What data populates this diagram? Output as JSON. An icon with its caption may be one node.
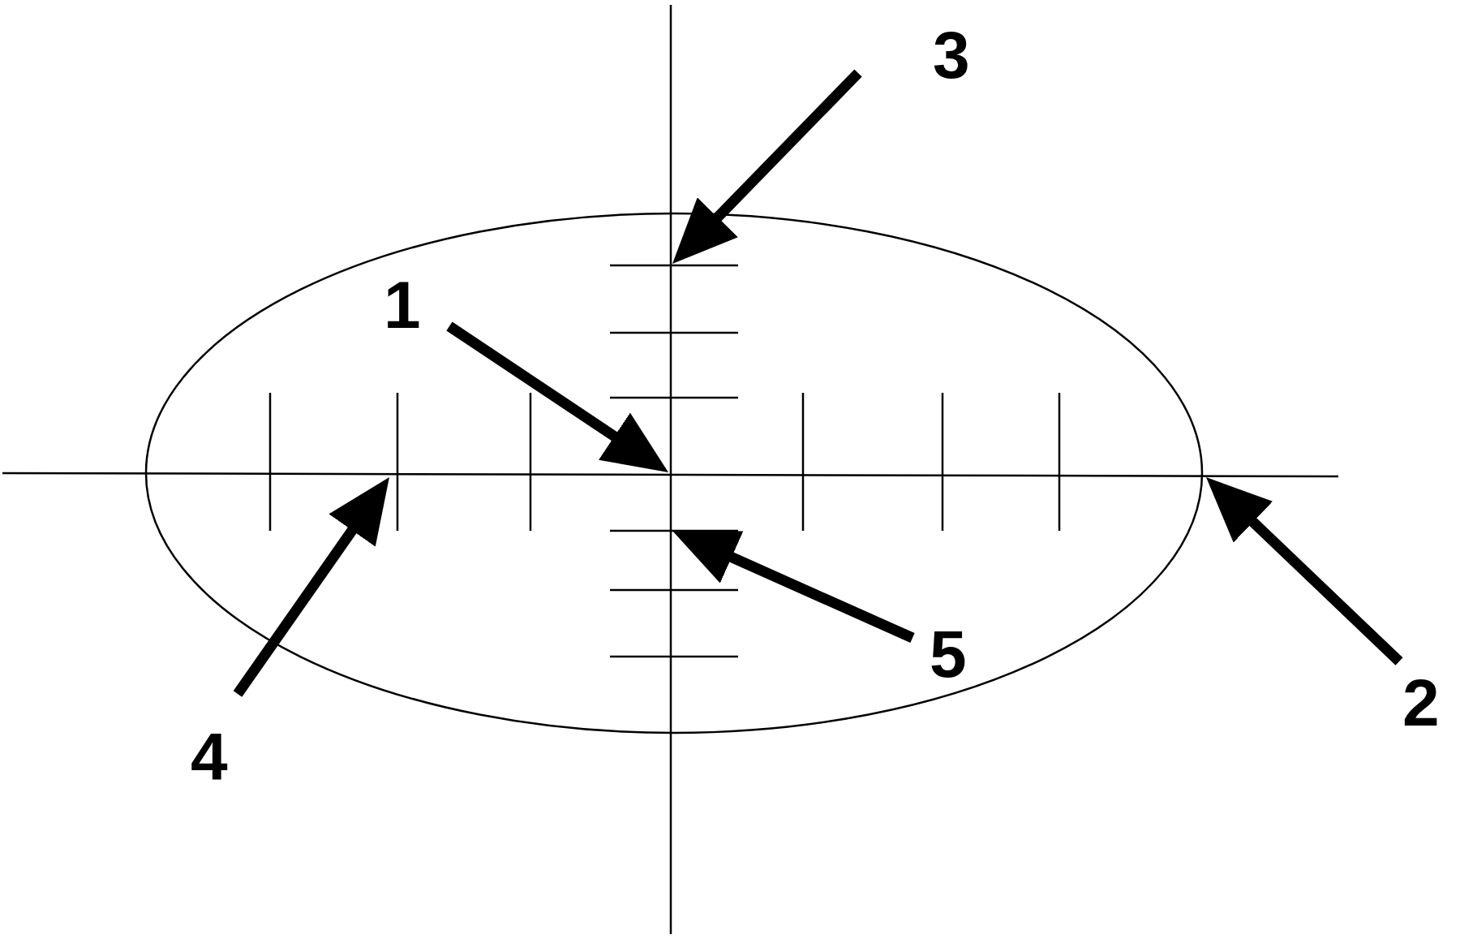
{
  "diagram": {
    "nodes": [
      {
        "text": [
          "3"
        ]
      },
      {
        "text": [
          "1"
        ]
      },
      {
        "text": [
          "5"
        ]
      },
      {
        "text": [
          "2"
        ]
      },
      {
        "text": [
          "4"
        ]
      }
    ],
    "edges": [
      {
        "from": 0,
        "to": null,
        "arrow": "to"
      },
      {
        "from": 1,
        "to": null,
        "arrow": "to"
      },
      {
        "from": 2,
        "to": null,
        "arrow": "to"
      },
      {
        "from": 3,
        "to": null,
        "arrow": "to"
      },
      {
        "from": 4,
        "to": null,
        "arrow": "to"
      }
    ]
  }
}
